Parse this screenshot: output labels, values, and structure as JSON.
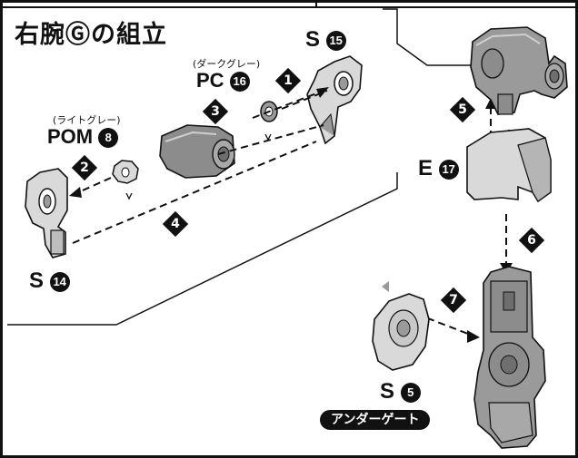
{
  "title": "右腕Ⓖの組立",
  "parts": {
    "s15": {
      "letter": "S",
      "num": "15"
    },
    "pc16": {
      "letter": "PC",
      "num": "16",
      "note": "(ダークグレー)"
    },
    "pom8": {
      "letter": "POM",
      "num": "8",
      "note": "(ライトグレー)"
    },
    "s14": {
      "letter": "S",
      "num": "14"
    },
    "e17": {
      "letter": "E",
      "num": "17"
    },
    "s5": {
      "letter": "S",
      "num": "5",
      "badge": "アンダーゲート"
    }
  },
  "steps": [
    "1",
    "2",
    "3",
    "4",
    "5",
    "6",
    "7"
  ],
  "colors": {
    "ink": "#111111",
    "part_fill": "#d9d9d9",
    "part_shade": "#9a9a9a",
    "part_dark": "#6e6e6e"
  }
}
